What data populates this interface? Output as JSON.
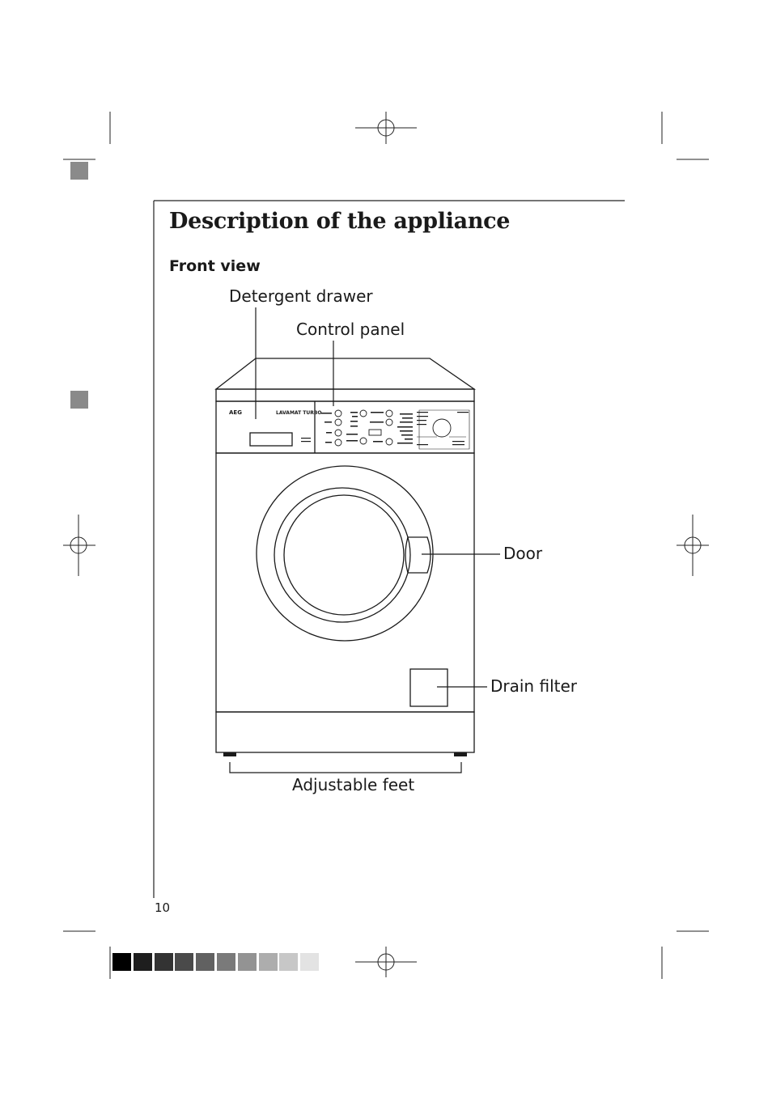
{
  "page": {
    "title": "Description of the appliance",
    "section_title": "Front view",
    "page_number": "10"
  },
  "callouts": {
    "detergent_drawer": "Detergent drawer",
    "control_panel": "Control panel",
    "door": "Door",
    "drain_filter": "Drain filter",
    "adjustable_feet": "Adjustable feet"
  },
  "appliance": {
    "brand": "AEG",
    "model": "LAVAMAT TURBO"
  },
  "print_marks": {
    "color_bar": [
      "#000000",
      "#1e1e1e",
      "#333333",
      "#4a4a4a",
      "#616161",
      "#7a7a7a",
      "#939393",
      "#adadad",
      "#c7c7c7",
      "#e3e3e3"
    ],
    "accent_gray": "#8a8a8a"
  }
}
